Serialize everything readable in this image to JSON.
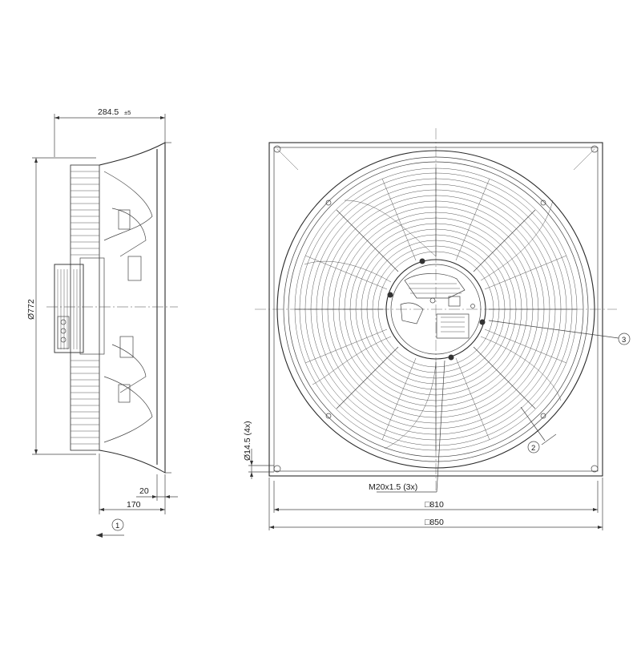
{
  "side_view": {
    "depth_label": "284.5",
    "depth_tol": "±5",
    "diameter_label": "Ø772",
    "offset_small": "20",
    "offset_large": "170",
    "callout_1": "1"
  },
  "front_view": {
    "hole_label": "Ø14.5 (4x)",
    "thread_label": "M20x1.5 (3x)",
    "inner_square": "□810",
    "outer_square": "□850",
    "callout_2": "2",
    "callout_3": "3"
  },
  "colors": {
    "line": "#2a2a2a",
    "background": "#ffffff"
  }
}
